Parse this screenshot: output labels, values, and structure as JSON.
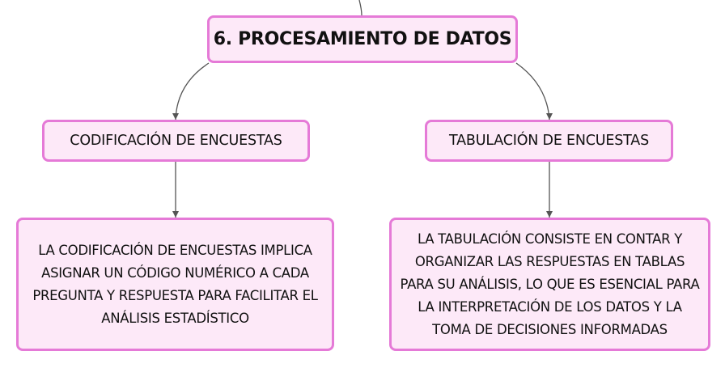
{
  "colors": {
    "node_fill": "#fde9f8",
    "node_border": "#e57ad7",
    "connector": "#555555"
  },
  "root": {
    "title": "6. PROCESAMIENTO DE DATOS"
  },
  "branches": [
    {
      "label": "CODIFICACIÓN DE ENCUESTAS",
      "description": "LA CODIFICACIÓN DE ENCUESTAS IMPLICA ASIGNAR UN CÓDIGO NUMÉRICO A CADA PREGUNTA Y RESPUESTA PARA FACILITAR EL ANÁLISIS ESTADÍSTICO"
    },
    {
      "label": "TABULACIÓN DE ENCUESTAS",
      "description": "LA TABULACIÓN CONSISTE EN CONTAR Y ORGANIZAR LAS RESPUESTAS EN TABLAS PARA SU ANÁLISIS, LO QUE ES ESENCIAL PARA LA INTERPRETACIÓN DE LOS DATOS Y LA TOMA DE DECISIONES INFORMADAS"
    }
  ]
}
